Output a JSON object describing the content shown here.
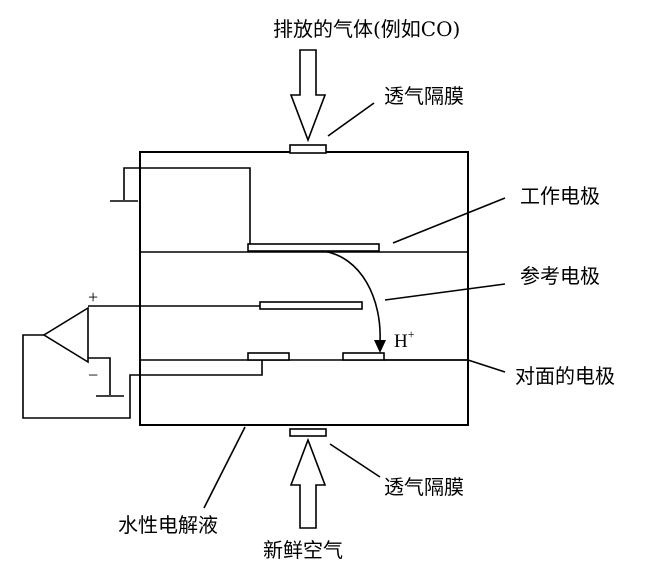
{
  "labels": {
    "exhaust_gas": "排放的气体(例如CO)",
    "membrane_top": "透气隔膜",
    "working_electrode": "工作电极",
    "reference_electrode": "参考电极",
    "counter_electrode": "对面的电极",
    "membrane_bottom": "透气隔膜",
    "electrolyte": "水性电解液",
    "fresh_air": "新鲜空气"
  },
  "symbols": {
    "proton_base": "H",
    "proton_charge": "+",
    "amp_plus": "+",
    "amp_minus": "−"
  }
}
